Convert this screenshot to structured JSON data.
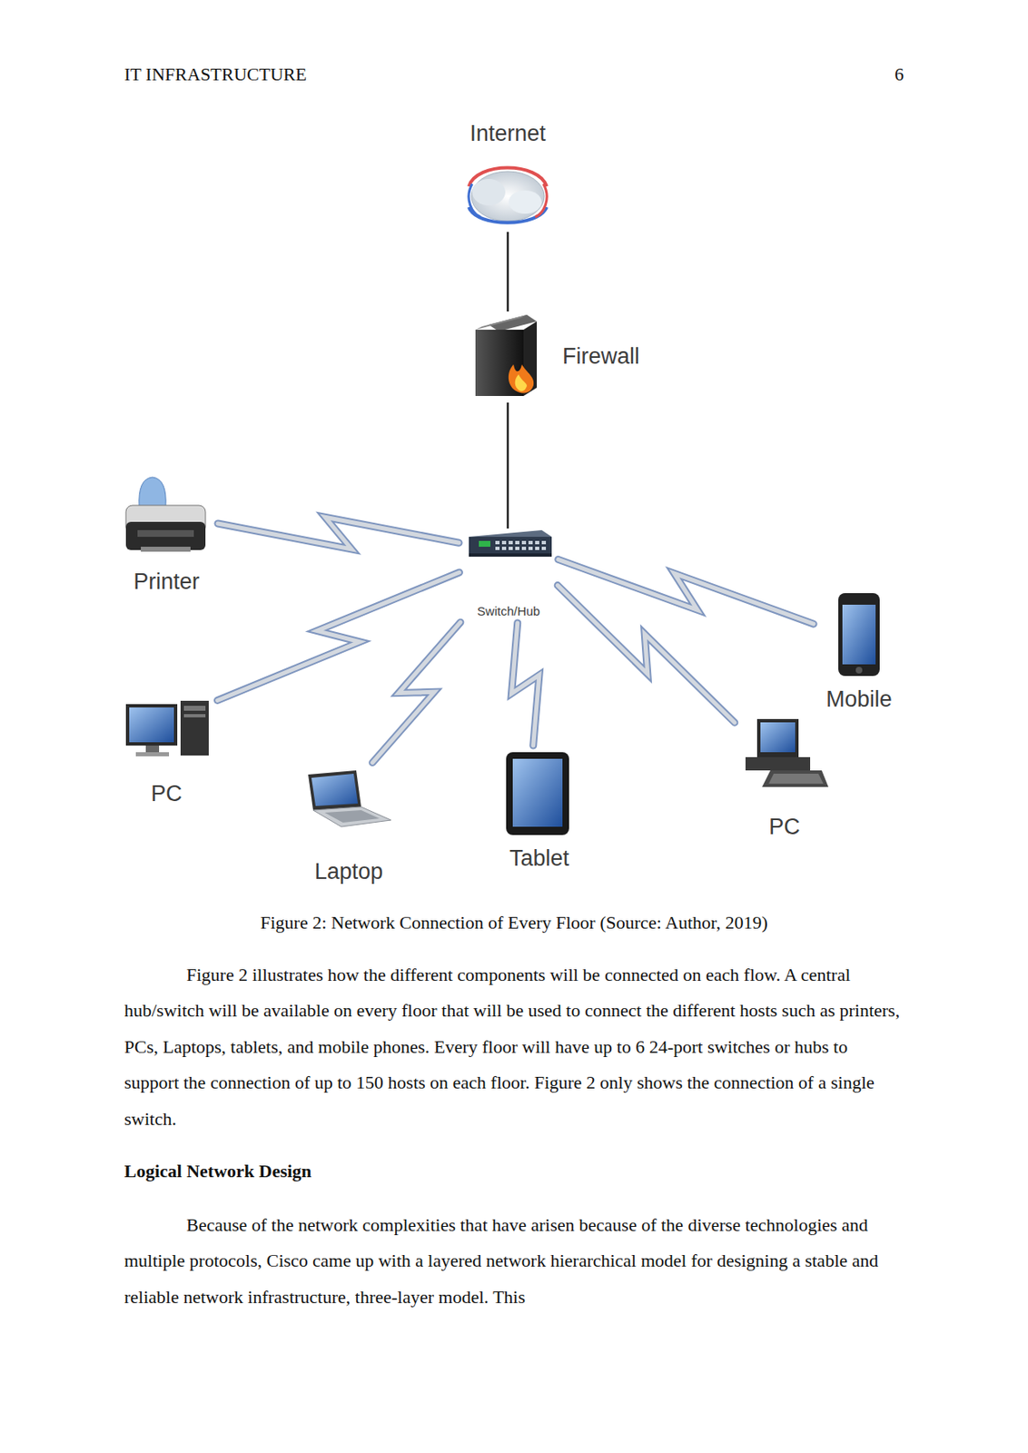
{
  "diagram": {
    "caption": "Figure 2: Network Connection of Every Floor (Source: Author, 2019)",
    "nodes": [
      {
        "text": [
          "Internet"
        ]
      },
      {
        "text": [
          "Firewall"
        ]
      },
      {
        "text": [
          "Switch/Hub"
        ]
      },
      {
        "text": [
          "Printer"
        ]
      },
      {
        "text": [
          "PC"
        ]
      },
      {
        "text": [
          "Laptop"
        ]
      },
      {
        "text": [
          "Tablet"
        ]
      },
      {
        "text": [
          "PC"
        ]
      },
      {
        "text": [
          "Mobile"
        ]
      }
    ],
    "edges": [
      {
        "from": 0,
        "to": 1,
        "arrow": "none"
      },
      {
        "from": 1,
        "to": 2,
        "arrow": "none"
      },
      {
        "from": 2,
        "to": 3,
        "arrow": "none"
      },
      {
        "from": 2,
        "to": 4,
        "arrow": "none"
      },
      {
        "from": 2,
        "to": 5,
        "arrow": "none"
      },
      {
        "from": 2,
        "to": 6,
        "arrow": "none"
      },
      {
        "from": 2,
        "to": 7,
        "arrow": "none"
      },
      {
        "from": 2,
        "to": 8,
        "arrow": "none"
      }
    ],
    "labels": [
      "IT INFRASTRUCTURE",
      "6",
      "Figure 2 illustrates how the different components will be connected on each flow. A central hub/switch will be available on every floor that will be used to connect the different hosts such as printers, PCs, Laptops, tablets, and mobile phones. Every floor will have up to 6 24-port switches or hubs to support the connection of up to 150 hosts on each floor. Figure 2 only shows the connection of a single switch.",
      "Logical Network Design",
      "Because of the network complexities that have arisen because of the diverse technologies and multiple protocols, Cisco came up with a layered network hierarchical model for designing a stable and reliable network infrastructure, three-layer model. This"
    ]
  }
}
